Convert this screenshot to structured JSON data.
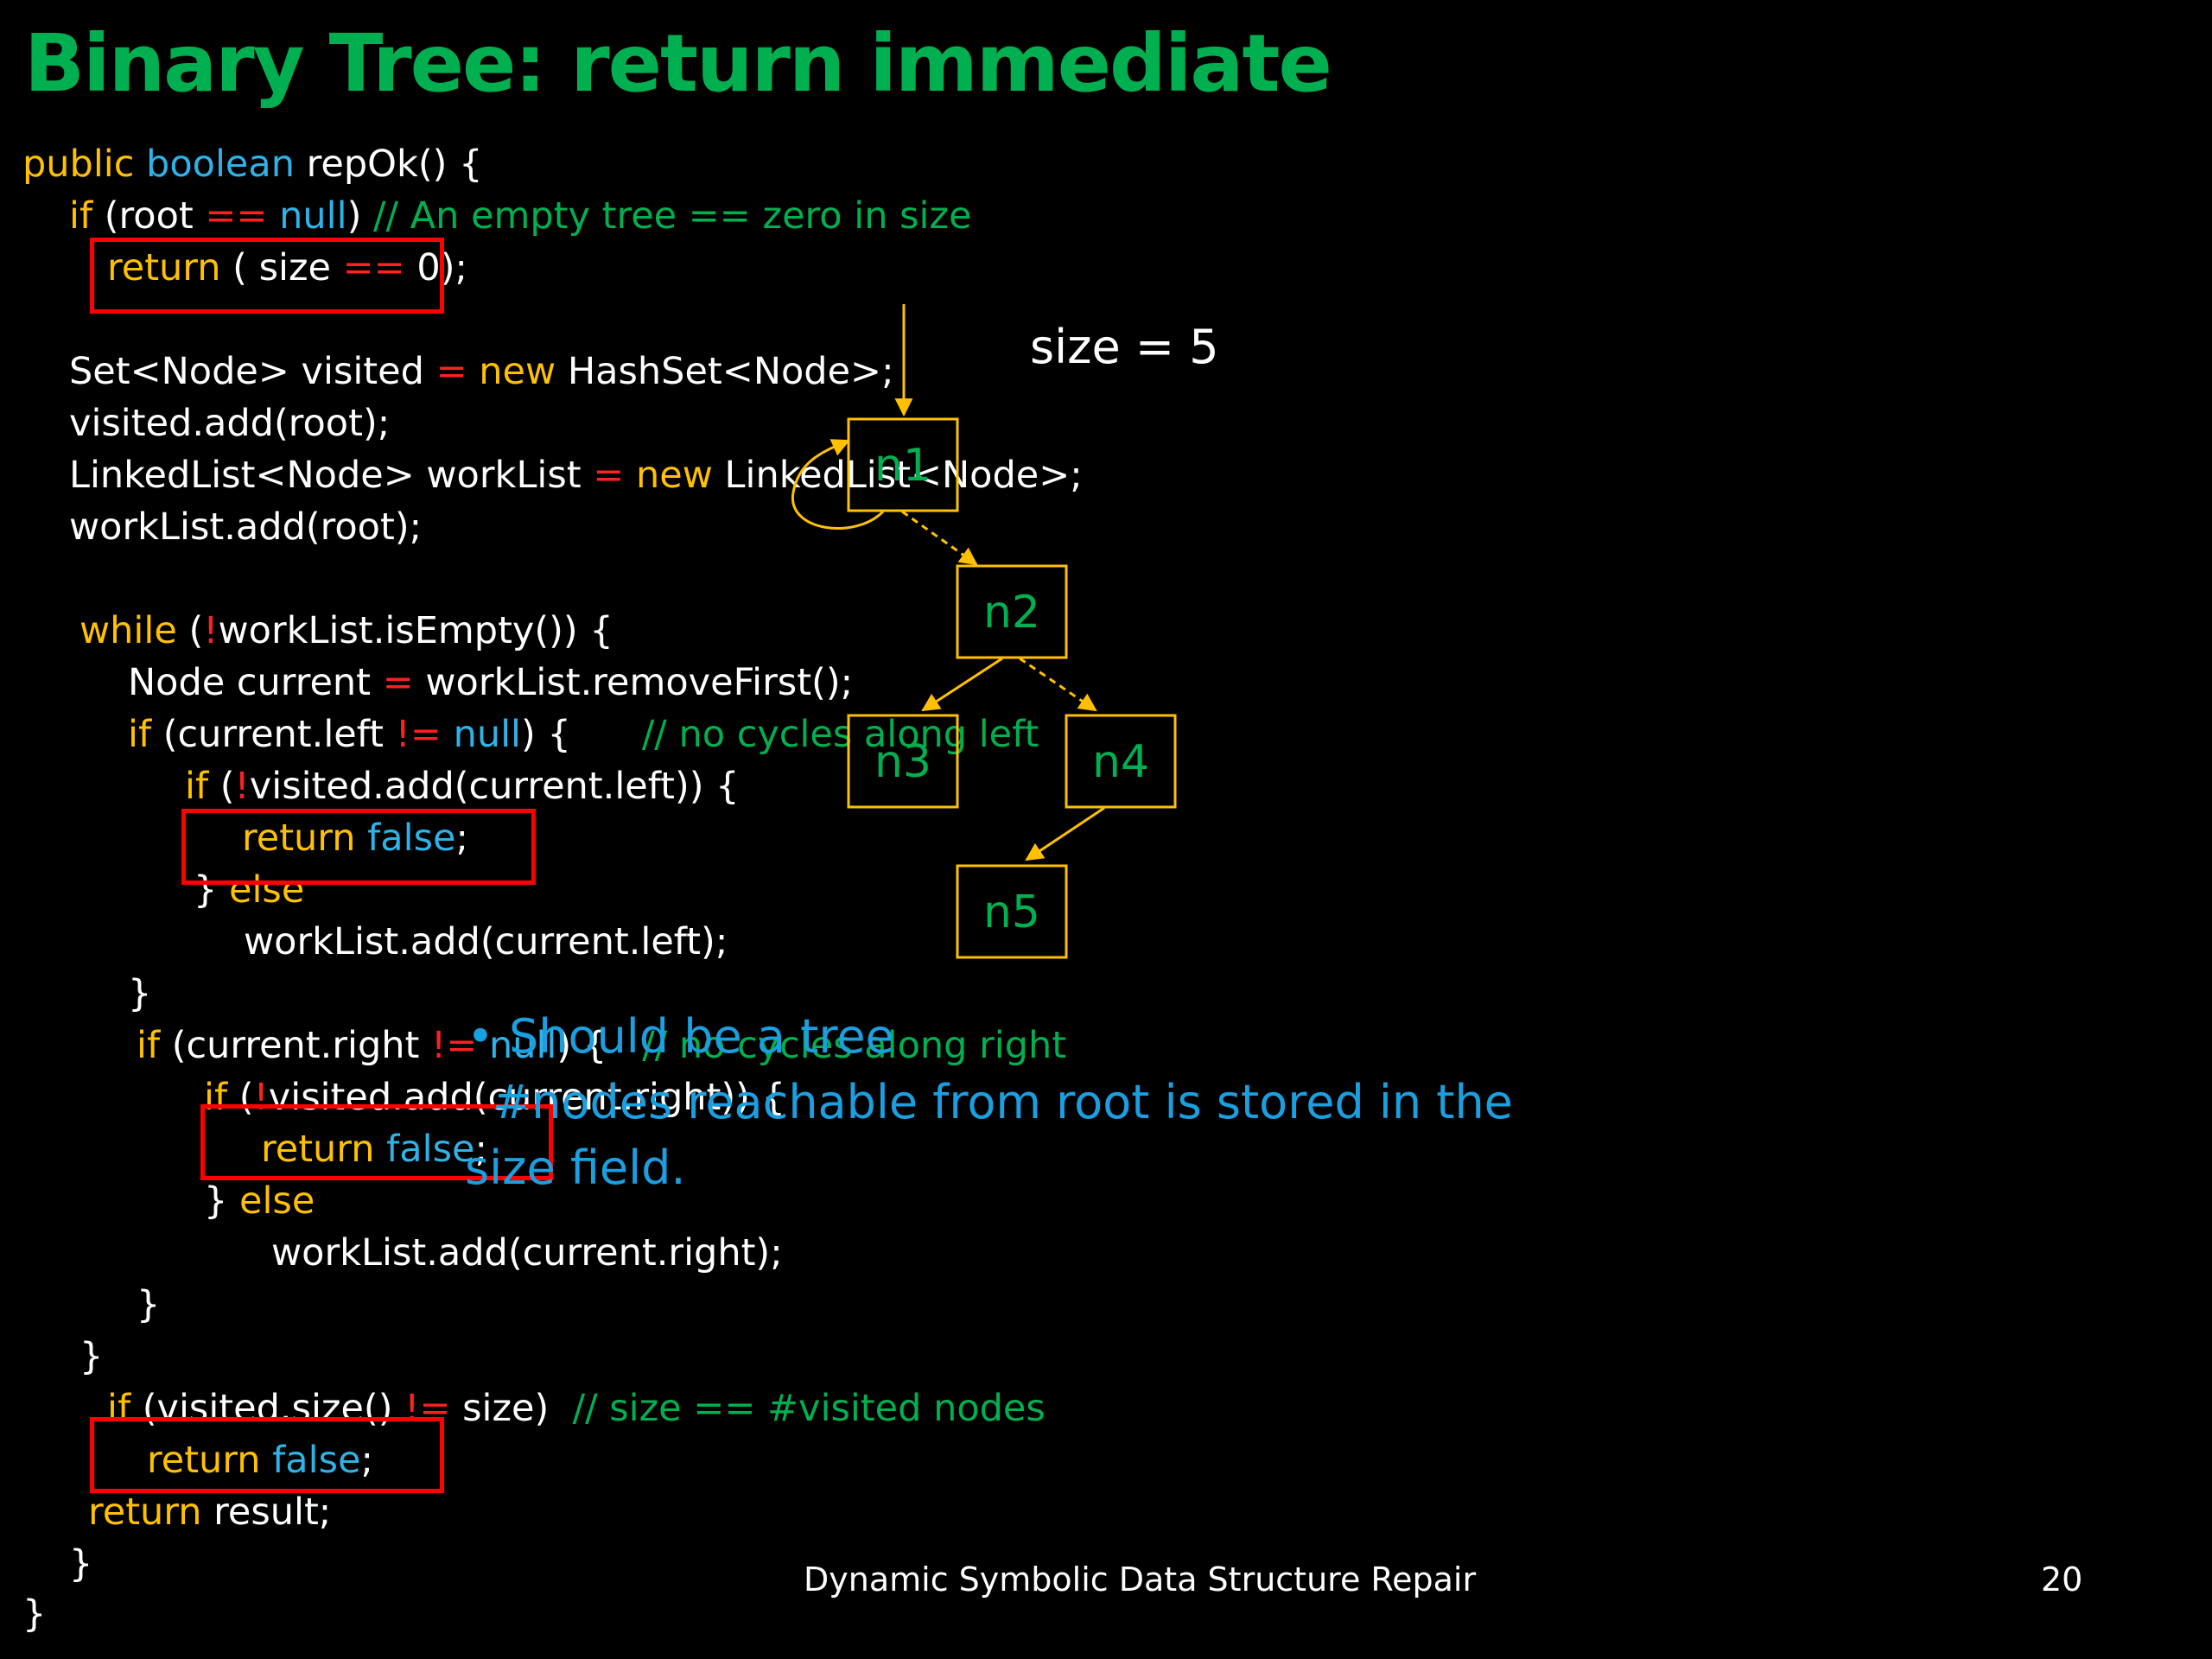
{
  "slide": {
    "title": "Binary Tree: return immediate",
    "footer_text": "Dynamic Symbolic Data Structure Repair",
    "page_number": "20",
    "size_annotation": "size = 5"
  },
  "code": {
    "l1_kw1": "public ",
    "l1_ty": "boolean",
    "l1_rest": " repOk() {",
    "l2_if": "if",
    "l2_a": " (root ",
    "l2_op": "==",
    "l2_null": " null",
    "l2_b": ")",
    "l2_cm": " // An empty tree == zero in size",
    "l3_ret": "return",
    "l3_a": " ( size ",
    "l3_op": "==",
    "l3_b": " 0);",
    "l4_a": "Set<Node> visited ",
    "l4_op": "=",
    "l4_new": " new",
    "l4_b": " HashSet<Node>;",
    "l5": "visited.add(root);",
    "l6_a": "LinkedList<Node> workList ",
    "l6_op": "=",
    "l6_new": " new",
    "l6_b": " LinkedList<Node>;",
    "l7": "workList.add(root);",
    "l8_while": "while",
    "l8_a": " (",
    "l8_op": "!",
    "l8_b": "workList.isEmpty()) {",
    "l9_a": "Node current ",
    "l9_op": "=",
    "l9_b": " workList.removeFirst();",
    "l10_if": "if",
    "l10_a": " (current.left ",
    "l10_op": "!=",
    "l10_null": " null",
    "l10_b": ") {",
    "l10_cm": "      // no cycles along left",
    "l11_if": "if",
    "l11_a": " (",
    "l11_op": "!",
    "l11_b": "visited.add(current.left)) {",
    "l12_ret": "return",
    "l12_false": " false",
    "l12_b": ";",
    "l13_a": "} ",
    "l13_else": "else",
    "l14": "workList.add(current.left);",
    "l15": "}",
    "l16_if": "if",
    "l16_a": " (current.right ",
    "l16_op": "!=",
    "l16_null": " null",
    "l16_b": ") {",
    "l16_cm": "   // no cycles along right",
    "l17_if": "if",
    "l17_a": " (",
    "l17_op": "!",
    "l17_b": "visited.add(current.right)) {",
    "l18_ret": "return",
    "l18_false": " false",
    "l18_b": ";",
    "l19_a": "} ",
    "l19_else": "else",
    "l20": "workList.add(current.right);",
    "l21": "}",
    "l22": "}",
    "l23_if": "if",
    "l23_a": " (visited.size() ",
    "l23_op": "!=",
    "l23_b": " size)",
    "l23_cm": "  // size == #visited nodes",
    "l24_ret": "return",
    "l24_false": " false",
    "l24_b": ";",
    "l25_ret": "return",
    "l25_b": " result;",
    "l26": "}",
    "l27": "}"
  },
  "bullet": {
    "marker": "•",
    "line1": "Should be a tree",
    "line2": "#nodes reachable from root is stored in the",
    "line3": "size field."
  },
  "tree": {
    "nodes": [
      "n1",
      "n2",
      "n3",
      "n4",
      "n5"
    ],
    "edge_color": "#ffc000",
    "label_color": "#00b050"
  },
  "colors": {
    "title": "#00b050",
    "keyword": "#ffc000",
    "type": "#2db3e8",
    "operator": "#ff2020",
    "comment": "#00b050",
    "highlight_box": "#ff0000",
    "bullet_text": "#1a9fe0"
  }
}
